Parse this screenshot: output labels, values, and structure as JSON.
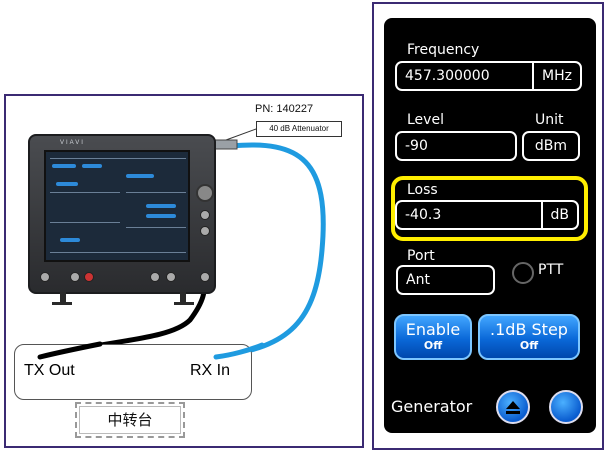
{
  "diagram": {
    "pn_label": "PN: 140227",
    "attenuator_label": "40 dB Attenuator",
    "tx_label": "TX Out",
    "rx_label": "RX In",
    "repeater_label": "中转台",
    "instrument_brand": "VIAVI",
    "cable_color": "#1f9be0"
  },
  "generator": {
    "frequency": {
      "label": "Frequency",
      "value": "457.300000",
      "unit": "MHz"
    },
    "level": {
      "label": "Level",
      "value": "-90"
    },
    "unit": {
      "label": "Unit",
      "value": "dBm"
    },
    "loss": {
      "label": "Loss",
      "value": "-40.3",
      "unit": "dB"
    },
    "port": {
      "label": "Port",
      "value": "Ant"
    },
    "ptt_label": "PTT",
    "enable_button": {
      "label": "Enable",
      "state": "Off"
    },
    "step_button": {
      "label": ".1dB Step",
      "state": "Off"
    },
    "generator_label": "Generator",
    "highlight_color": "#ffee00"
  }
}
